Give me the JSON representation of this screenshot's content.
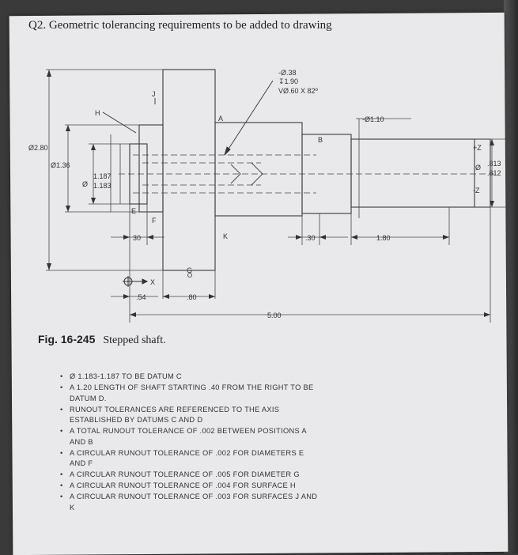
{
  "question": {
    "title": "Q2. Geometric tolerancing requirements to be added to drawing"
  },
  "drawing": {
    "callout_hole": [
      "-Ø.38",
      "↧1.90",
      "VØ.60 X 82º"
    ],
    "dia_left_big": "Ø2.80",
    "dia_136": "Ø1.36",
    "dia_symbol": "Ø",
    "dia_1187": "1.187",
    "dia_1183": "1.183",
    "dia_110": "-Ø1.10",
    "tol_plus": "+Z",
    "tol_minus": "-Z",
    "dia_813": ".813",
    "dia_812": ".812",
    "dia_symbol_right": "Ø",
    "dim_30_left": "30",
    "dim_30_right": ".30",
    "dim_180": "1.80",
    "dim_54": ".54",
    "dim_80": ".80",
    "dim_500": "5.00",
    "datum_x": "X",
    "letter_h": "H",
    "letter_j": "J",
    "letter_a": "A",
    "letter_b": "B",
    "letter_e": "E",
    "letter_f": "F",
    "letter_k": "K",
    "letter_g": "G"
  },
  "figure": {
    "number": "Fig. 16-245",
    "title": "Stepped shaft."
  },
  "notes": [
    "Ø 1.183-1.187 TO BE DATUM C",
    "A 1.20 LENGTH OF SHAFT STARTING .40 FROM THE RIGHT TO BE DATUM D.",
    "RUNOUT TOLERANCES ARE REFERENCED TO THE AXIS ESTABLISHED BY DATUMS C AND D",
    "A TOTAL RUNOUT TOLERANCE OF .002 BETWEEN POSITIONS A AND B",
    "A CIRCULAR RUNOUT TOLERANCE OF .002 FOR DIAMETERS E AND F",
    "A CIRCULAR RUNOUT TOLERANCE OF .005 FOR DIAMETER G",
    "A CIRCULAR RUNOUT TOLERANCE OF .004 FOR SURFACE H",
    "A CIRCULAR RUNOUT TOLERANCE OF .003 FOR SURFACES J AND K"
  ]
}
